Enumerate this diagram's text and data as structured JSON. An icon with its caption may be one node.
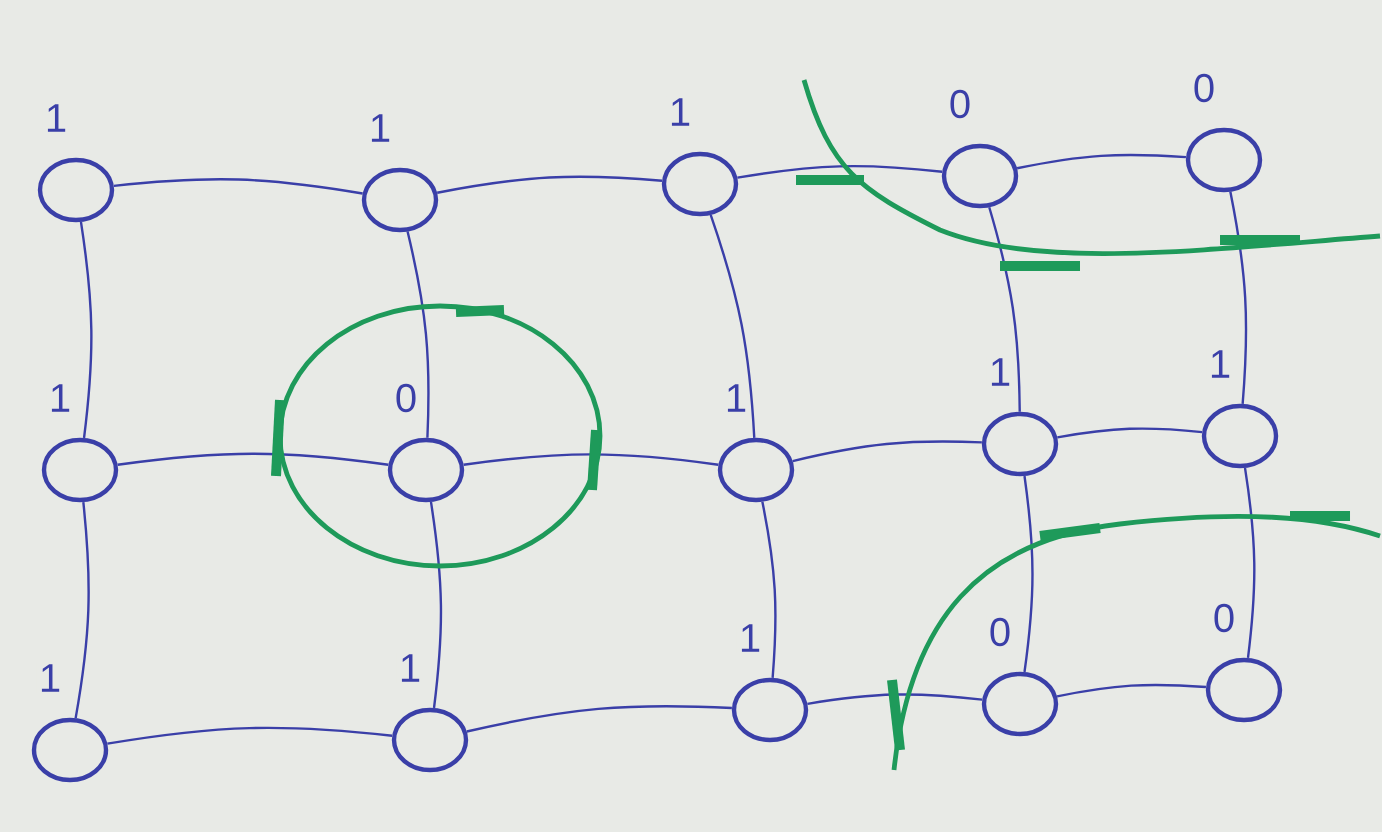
{
  "diagram": {
    "nodes": [
      {
        "text": [],
        "shape": "circle",
        "beside": [
          "1"
        ]
      },
      {
        "text": [],
        "shape": "circle",
        "beside": [
          "1"
        ]
      },
      {
        "text": [],
        "shape": "circle",
        "beside": [
          "1"
        ]
      },
      {
        "text": [],
        "shape": "circle",
        "beside": [
          "0"
        ]
      },
      {
        "text": [],
        "shape": "circle",
        "beside": [
          "0"
        ]
      },
      {
        "text": [],
        "shape": "circle",
        "beside": [
          "1"
        ]
      },
      {
        "text": [],
        "shape": "circle",
        "beside": [
          "0"
        ]
      },
      {
        "text": [],
        "shape": "circle",
        "beside": [
          "1"
        ]
      },
      {
        "text": [],
        "shape": "circle",
        "beside": [
          "1"
        ]
      },
      {
        "text": [],
        "shape": "circle",
        "beside": [
          "1"
        ]
      },
      {
        "text": [],
        "shape": "circle",
        "beside": [
          "1"
        ]
      },
      {
        "text": [],
        "shape": "circle",
        "beside": [
          "1"
        ]
      },
      {
        "text": [],
        "shape": "circle",
        "beside": [
          "1"
        ]
      },
      {
        "text": [],
        "shape": "circle",
        "beside": [
          "0"
        ]
      },
      {
        "text": [],
        "shape": "circle",
        "beside": [
          "0"
        ]
      }
    ],
    "edges": [
      {
        "from": 0,
        "to": 1,
        "arrow": "none"
      },
      {
        "from": 1,
        "to": 2,
        "arrow": "none"
      },
      {
        "from": 2,
        "to": 3,
        "arrow": "none"
      },
      {
        "from": 3,
        "to": 4,
        "arrow": "none"
      },
      {
        "from": 5,
        "to": 6,
        "arrow": "none"
      },
      {
        "from": 6,
        "to": 7,
        "arrow": "none"
      },
      {
        "from": 7,
        "to": 8,
        "arrow": "none"
      },
      {
        "from": 8,
        "to": 9,
        "arrow": "none"
      },
      {
        "from": 10,
        "to": 11,
        "arrow": "none"
      },
      {
        "from": 11,
        "to": 12,
        "arrow": "none"
      },
      {
        "from": 12,
        "to": 13,
        "arrow": "none"
      },
      {
        "from": 13,
        "to": 14,
        "arrow": "none"
      },
      {
        "from": 0,
        "to": 5,
        "arrow": "none"
      },
      {
        "from": 5,
        "to": 10,
        "arrow": "none"
      },
      {
        "from": 1,
        "to": 6,
        "arrow": "none"
      },
      {
        "from": 6,
        "to": 11,
        "arrow": "none"
      },
      {
        "from": 2,
        "to": 7,
        "arrow": "none"
      },
      {
        "from": 7,
        "to": 12,
        "arrow": "none"
      },
      {
        "from": 3,
        "to": 8,
        "arrow": "none"
      },
      {
        "from": 8,
        "to": 13,
        "arrow": "none"
      },
      {
        "from": 4,
        "to": 9,
        "arrow": "none"
      },
      {
        "from": 9,
        "to": 14,
        "arrow": "none"
      }
    ]
  }
}
